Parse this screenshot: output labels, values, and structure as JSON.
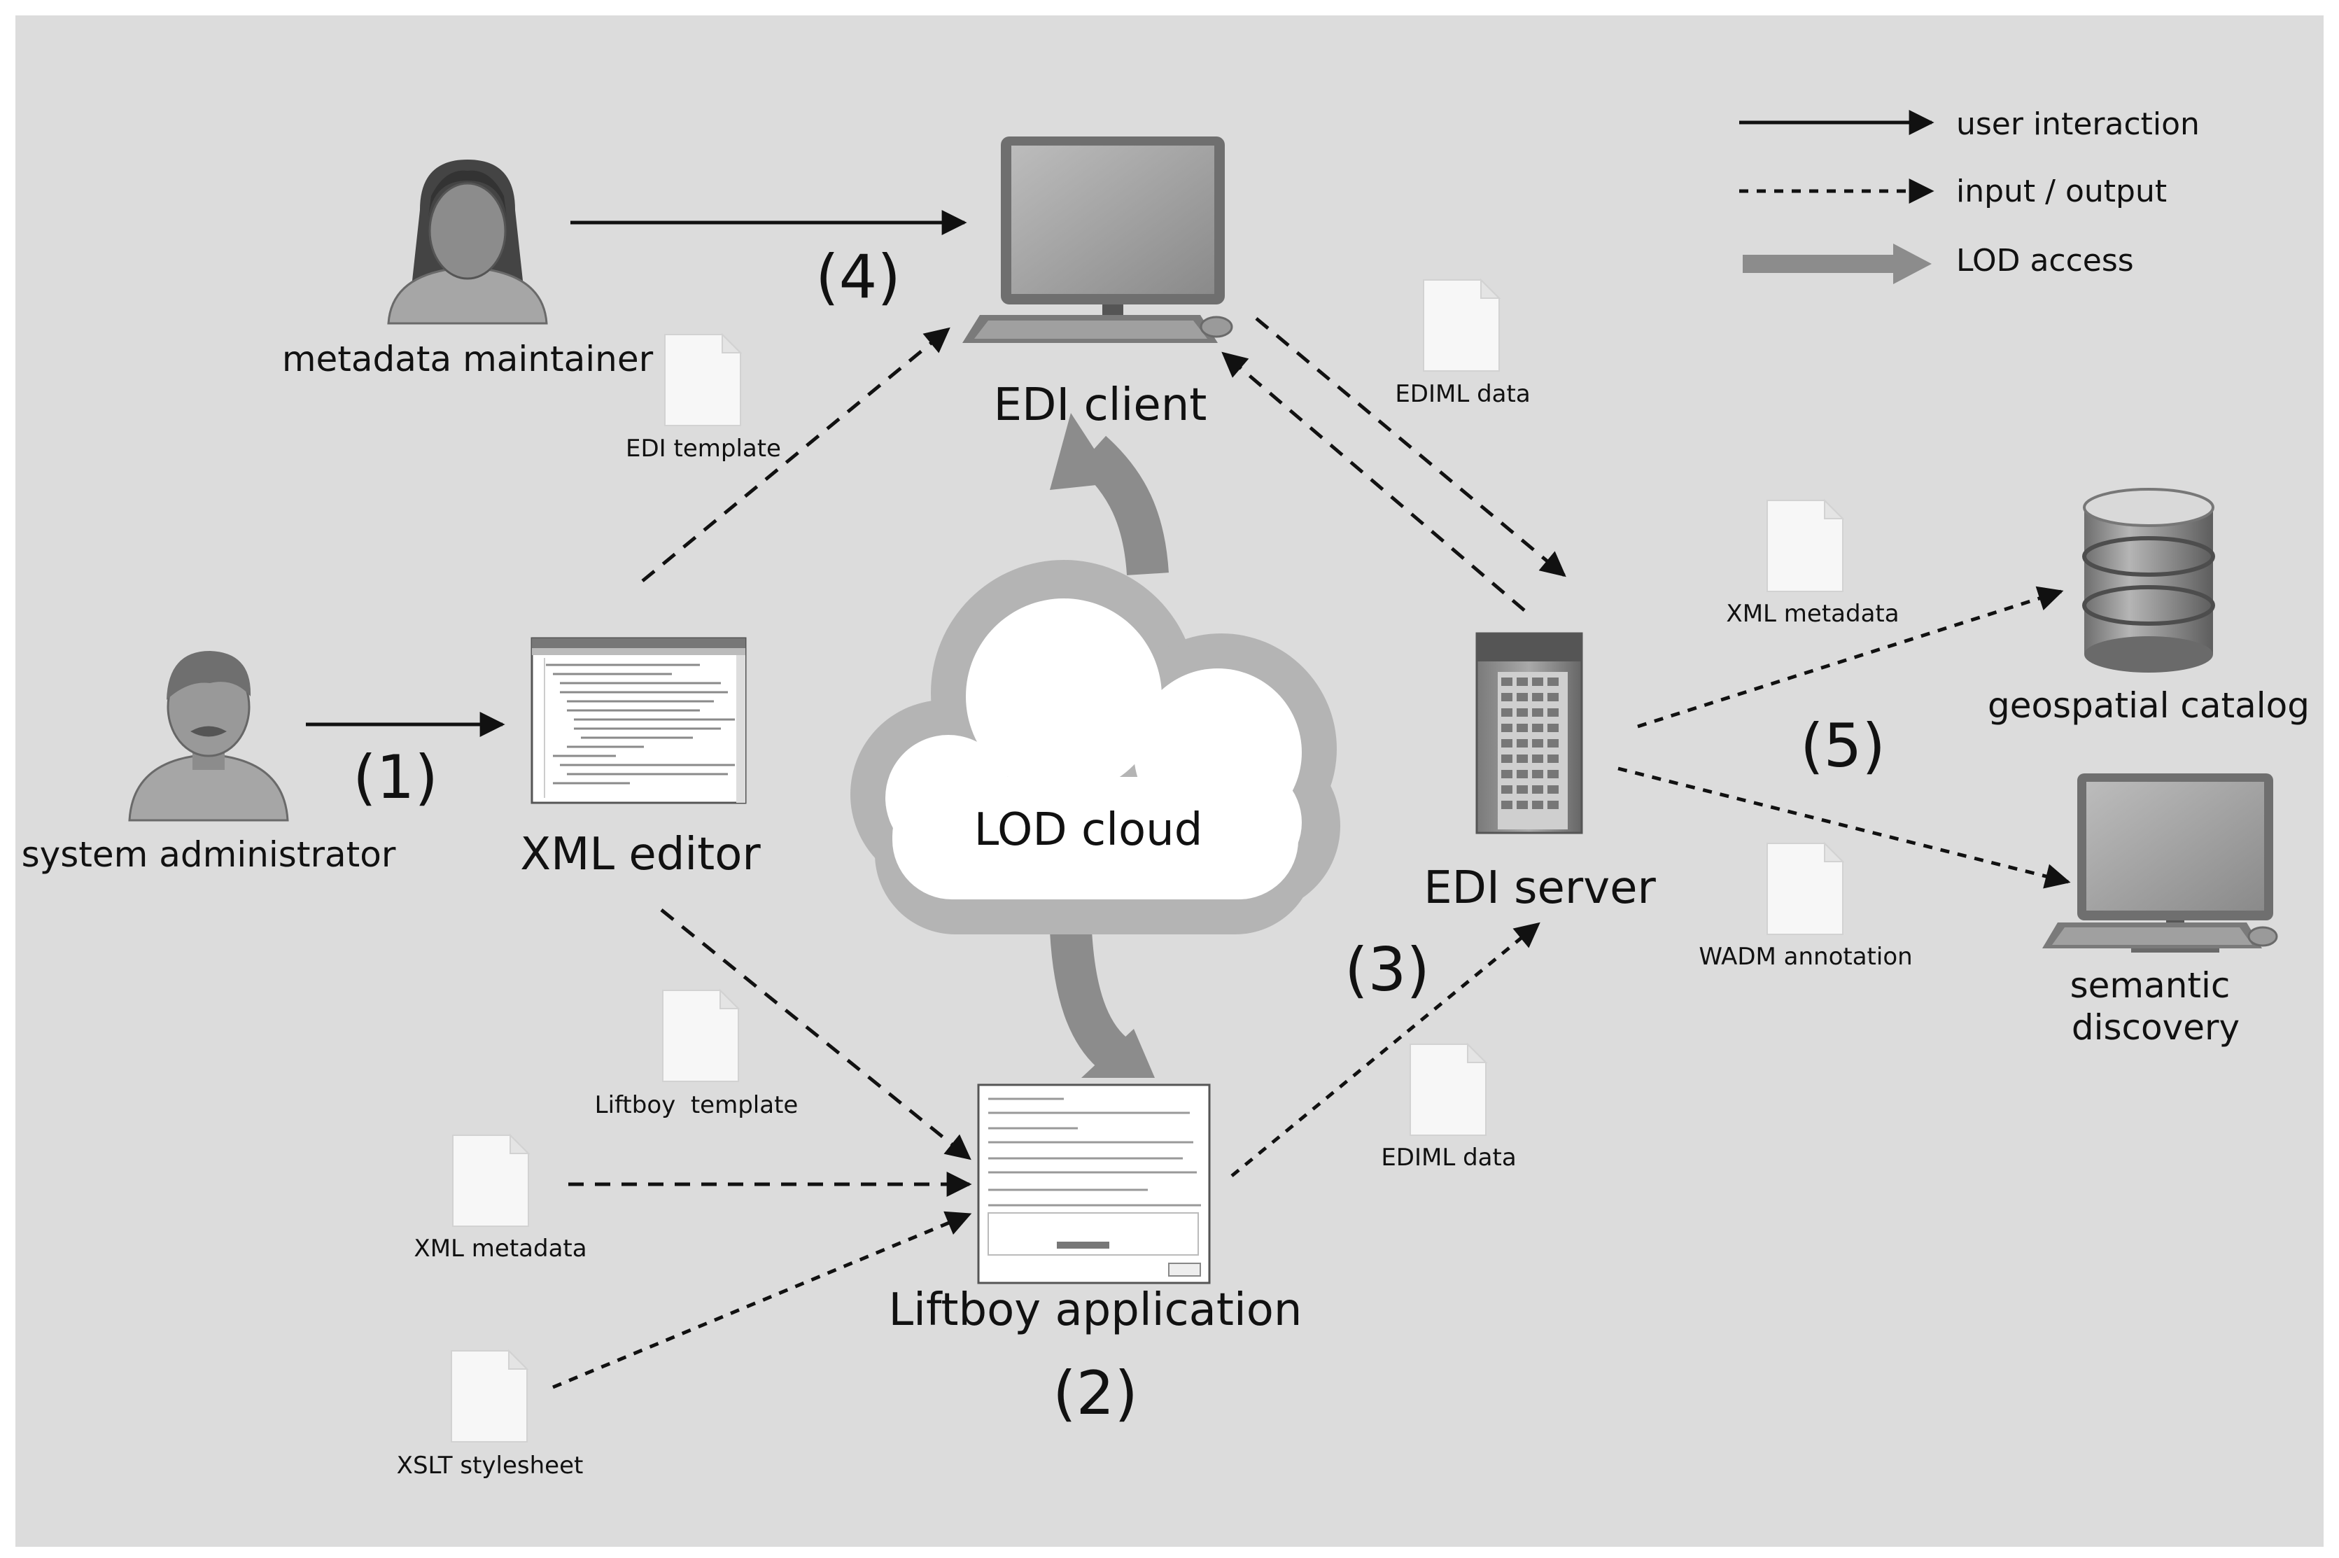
{
  "legend": {
    "user_interaction": "user interaction",
    "input_output": "input / output",
    "lod_access": "LOD access"
  },
  "actors": {
    "metadata_maintainer": "metadata maintainer",
    "system_administrator": "system administrator"
  },
  "nodes": {
    "edi_client": "EDI client",
    "xml_editor": "XML editor",
    "lod_cloud": "LOD cloud",
    "edi_server": "EDI server",
    "liftboy_application": "Liftboy application",
    "geospatial_catalog": "geospatial catalog",
    "semantic_discovery_line1": "semantic",
    "semantic_discovery_line2": "discovery"
  },
  "documents": {
    "edi_template": "EDI template",
    "ediml_data_top": "EDIML data",
    "xml_metadata_right": "XML metadata",
    "wadm_annotation": "WADM annotation",
    "liftboy_template": "Liftboy  template",
    "xml_metadata_left": "XML metadata",
    "xslt_stylesheet": "XSLT stylesheet",
    "ediml_data_bottom": "EDIML data"
  },
  "steps": {
    "step1": "(1)",
    "step2": "(2)",
    "step3": "(3)",
    "step4": "(4)",
    "step5": "(5)"
  },
  "colors": {
    "background": "#dcdcdc",
    "lod_arrow": "#8c8c8c",
    "cloud_outer": "#b4b4b4",
    "cloud_inner": "#ffffff"
  }
}
